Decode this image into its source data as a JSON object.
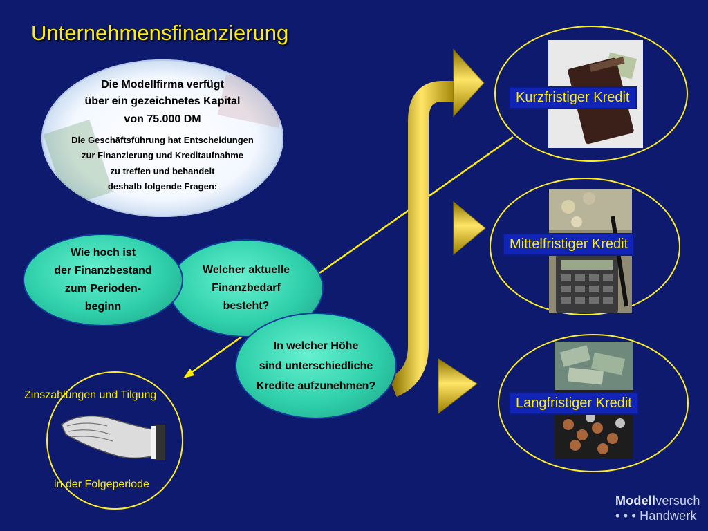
{
  "title": "Unternehmensfinanzierung",
  "info": {
    "line1": "Die Modellfirma verfügt",
    "line2": "über ein gezeichnetes Kapital",
    "line3": "von 75.000 DM",
    "line4": "Die Geschäftsführung hat Entscheidungen",
    "line5": "zur Finanzierung und Kreditaufnahme",
    "line6": "zu treffen und behandelt",
    "line7": "deshalb folgende Fragen:"
  },
  "questions": {
    "q1": "Wie hoch ist\nder Finanzbestand\nzum Perioden-\nbeginn",
    "q2": "Welcher aktuelle\nFinanzbedarf\nbesteht?",
    "q3": "In welcher Höhe\nsind unterschiedliche\nKredite aufzunehmen?"
  },
  "credits": {
    "short": "Kurzfristiger Kredit",
    "medium": "Mittelfristiger Kredit",
    "long": "Langfristiger Kredit"
  },
  "payback": {
    "top": "Zinszahlungen und Tilgung",
    "bottom": "in der Folgeperiode"
  },
  "logo": {
    "bold": "Modell",
    "light": "versuch",
    "line2": "Handwerk",
    "dots": "• • •"
  },
  "colors": {
    "background": "#0d1a6e",
    "title": "#ffee00",
    "teal": "#2fd0ab",
    "label_bg": "#1024b8",
    "arrow": "#d8b800"
  }
}
